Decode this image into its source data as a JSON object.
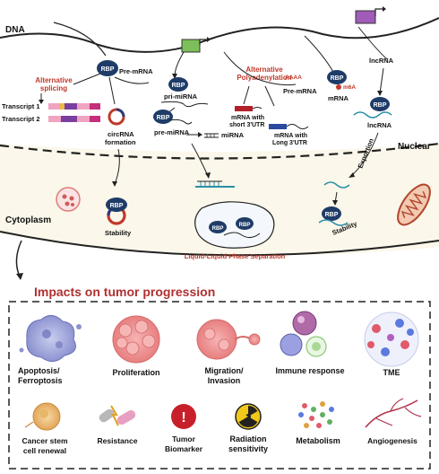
{
  "colors": {
    "accent_red": "#c0392b",
    "rbp_navy": "#1f3c68",
    "membrane": "#222222",
    "cytoplasm_bg": "#fbf7ea",
    "impacts_title": "#b03030"
  },
  "regions": {
    "dna": "DNA",
    "nuclear": "Nuclear",
    "cytoplasm": "Cytoplasm"
  },
  "labels": {
    "rbp": "RBP",
    "pre_mrna_left": "Pre-mRNA",
    "alt_splicing_1": "Alternative",
    "alt_splicing_2": "splicing",
    "transcript1": "Transcript 1",
    "transcript2": "Transcript 2",
    "circ_1": "circRNA",
    "circ_2": "formation",
    "stability_left": "Stability",
    "pri_mirna": "pri-miRNA",
    "pre_mirna": "pre-miRNA",
    "mirna": "miRNA",
    "alt_poly_1": "Alternative",
    "alt_poly_2": "Polyadenylation",
    "aaaa": "AAAA",
    "pre_mrna_mid": "Pre-mRNA",
    "short_utr_1": "mRNA with",
    "short_utr_2": "short 3'UTR",
    "long_utr_1": "mRNA with",
    "long_utr_2": "Long 3'UTR",
    "m6a": "m6A",
    "mrna": "mRNA",
    "lncrna_top": "lncRNA",
    "lncrna_mid": "lncRNA",
    "exportion": "Exportion",
    "stability_right": "Stability",
    "llps": "Liquid-Liquid Phase Separation"
  },
  "impacts": {
    "title": "Impacts on tumor progression",
    "row1": [
      {
        "line1": "Apoptosis/",
        "line2": "Ferroptosis"
      },
      {
        "line1": "Proliferation",
        "line2": ""
      },
      {
        "line1": "Migration/",
        "line2": "Invasion"
      },
      {
        "line1": "Immune response",
        "line2": ""
      },
      {
        "line1": "TME",
        "line2": ""
      }
    ],
    "row2": [
      {
        "line1": "Cancer stem",
        "line2": "cell renewal"
      },
      {
        "line1": "Resistance",
        "line2": ""
      },
      {
        "line1": "Tumor",
        "line2": "Biomarker"
      },
      {
        "line1": "Radiation",
        "line2": "sensitivity"
      },
      {
        "line1": "Metabolism",
        "line2": ""
      },
      {
        "line1": "Angiogenesis",
        "line2": ""
      }
    ]
  }
}
